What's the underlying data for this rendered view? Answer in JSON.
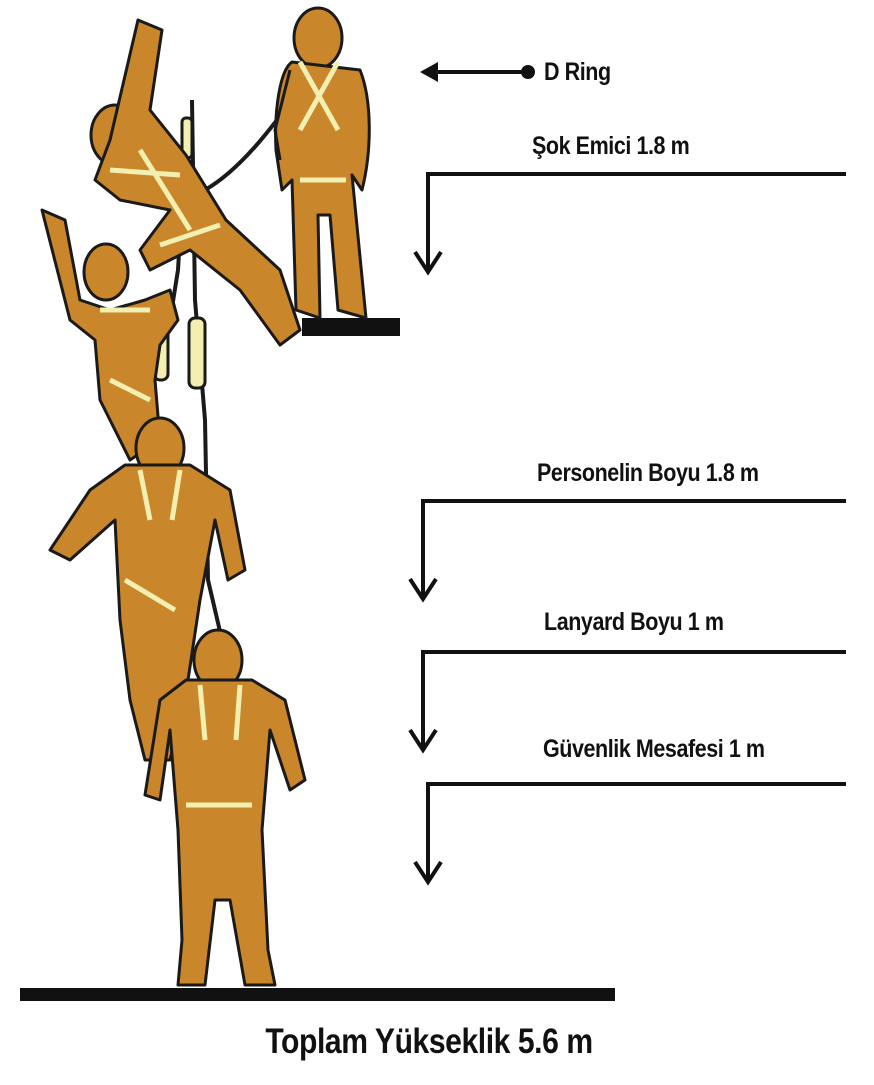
{
  "labels": {
    "d_ring": "D Ring",
    "shock_absorber": "Şok Emici 1.8 m",
    "worker_height": "Personelin Boyu 1.8 m",
    "lanyard_length": "Lanyard Boyu 1 m",
    "safety_distance": "Güvenlik Mesafesi 1 m",
    "total_height": "Toplam Yükseklik 5.6 m"
  },
  "colors": {
    "figure_fill": "#c9862a",
    "outline": "#1a1a1a",
    "harness": "#f2efb0",
    "background": "#ffffff"
  }
}
